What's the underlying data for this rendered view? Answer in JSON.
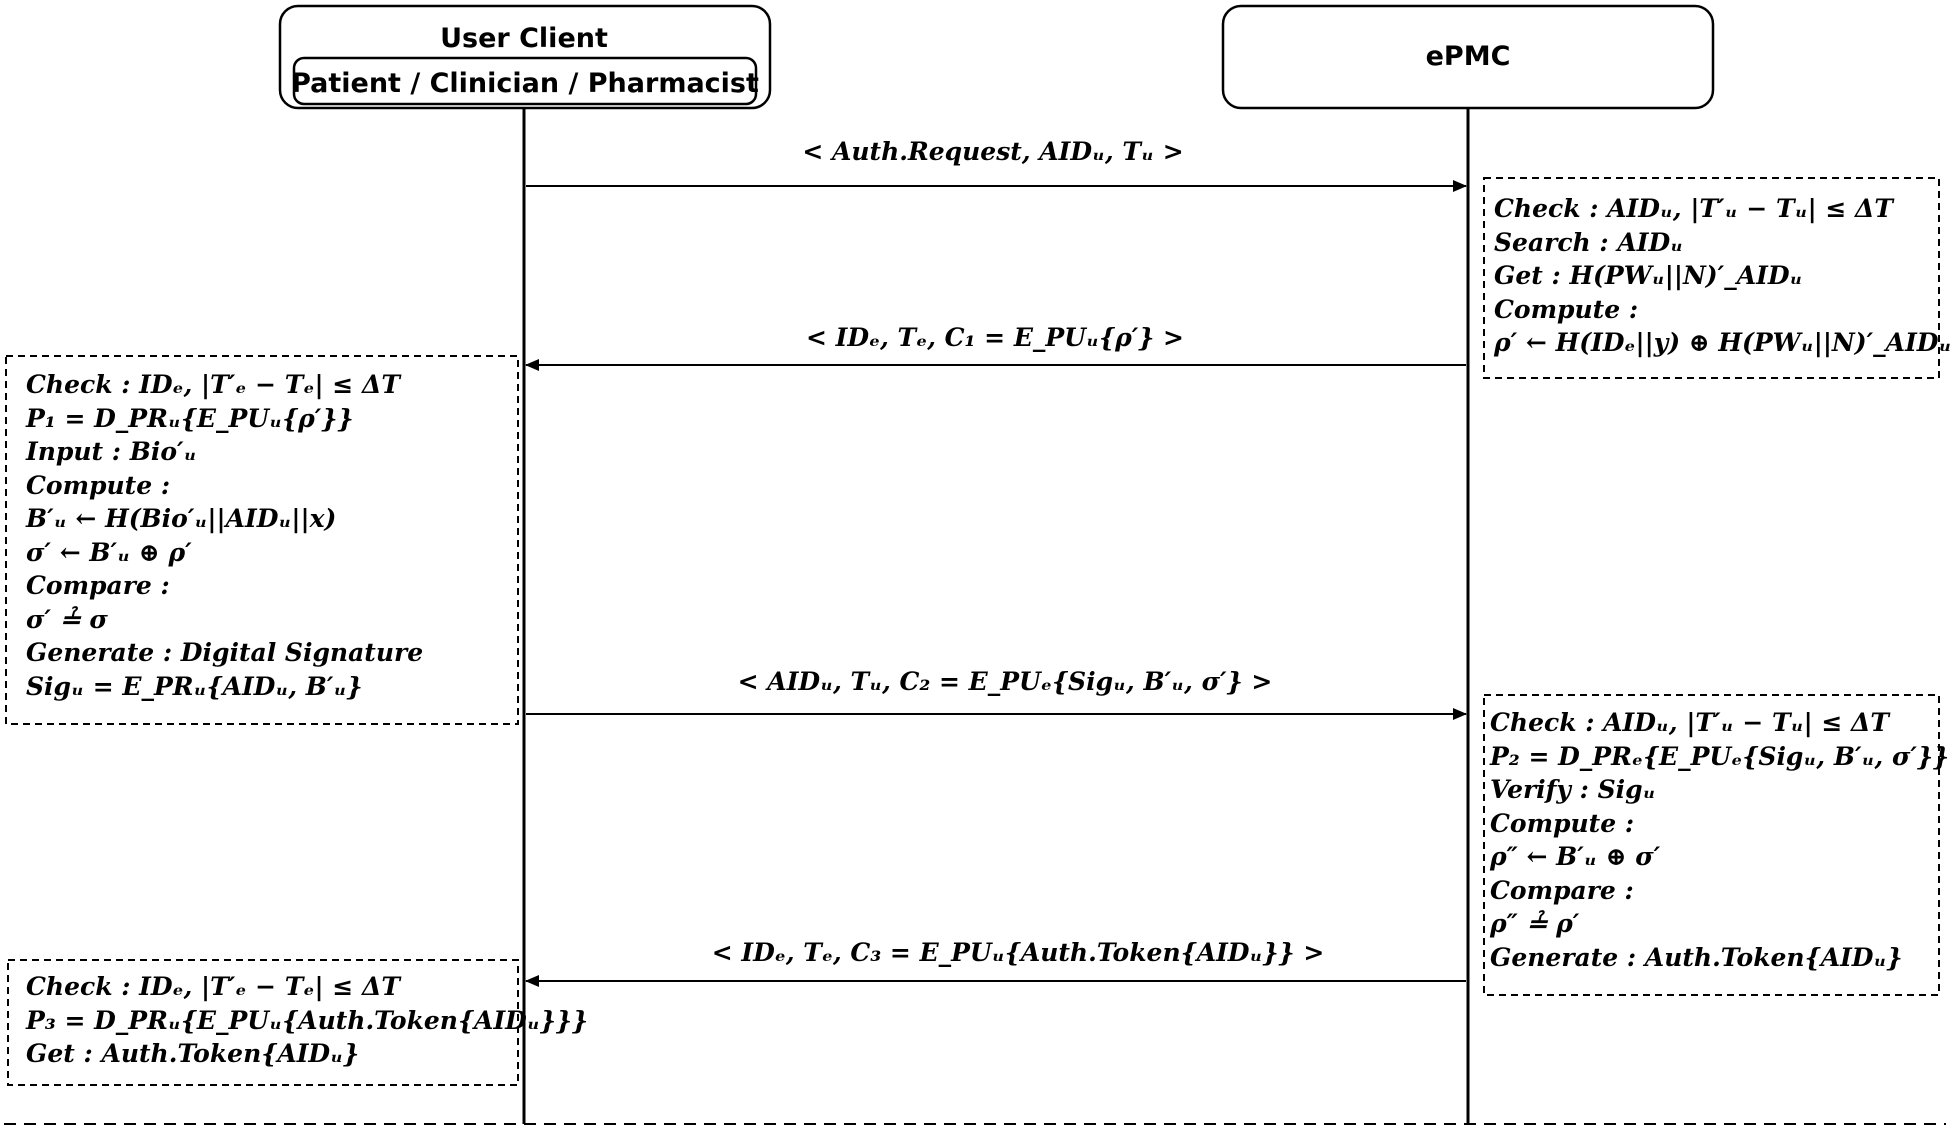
{
  "actors": {
    "client": {
      "title": "User Client",
      "subtitle": "Patient / Clinician / Pharmacist"
    },
    "server": {
      "title": "ePMC"
    }
  },
  "messages": [
    "< Auth.Request, AIDᵤ, Tᵤ >",
    "< IDₑ, Tₑ, C₁ = E_PUᵤ{ρ′} >",
    "< AIDᵤ, Tᵤ, C₂ = E_PUₑ{Sigᵤ, B′ᵤ, σ′} >",
    "< IDₑ, Tₑ, C₃ = E_PUᵤ{Auth.Token{AIDᵤ}} >"
  ],
  "boxes": {
    "server_step1": [
      "Check : AIDᵤ, |T′ᵤ − Tᵤ| ≤ ΔT",
      "Search : AIDᵤ",
      "Get : H(PWᵤ||N)′_AIDᵤ",
      "Compute :",
      "ρ′ ← H(IDₑ||y) ⊕ H(PWᵤ||N)′_AIDᵤ"
    ],
    "client_step2": [
      "Check : IDₑ, |T′ₑ − Tₑ| ≤ ΔT",
      "P₁ = D_PRᵤ{E_PUᵤ{ρ′}}",
      "Input : Bio′ᵤ",
      "Compute :",
      "B′ᵤ ← H(Bio′ᵤ||AIDᵤ||x)",
      "σ′ ← B′ᵤ ⊕ ρ′",
      "Compare :",
      "σ′ ≟ σ",
      "Generate : Digital Signature",
      "Sigᵤ = E_PRᵤ{AIDᵤ, B′ᵤ}"
    ],
    "server_step3": [
      "Check : AIDᵤ, |T′ᵤ − Tᵤ| ≤ ΔT",
      "P₂ = D_PRₑ{E_PUₑ{Sigᵤ, B′ᵤ, σ′}}",
      "Verify : Sigᵤ",
      "Compute :",
      "ρ″ ← B′ᵤ ⊕ σ′",
      "Compare :",
      "ρ″ ≟ ρ′",
      "Generate : Auth.Token{AIDᵤ}"
    ],
    "client_step4": [
      "Check : IDₑ, |T′ₑ − Tₑ| ≤ ΔT",
      "P₃ = D_PRᵤ{E_PUᵤ{Auth.Token{AIDᵤ}}}",
      "Get : Auth.Token{AIDᵤ}"
    ]
  },
  "colors": {
    "line": "#000000",
    "background": "#ffffff"
  }
}
